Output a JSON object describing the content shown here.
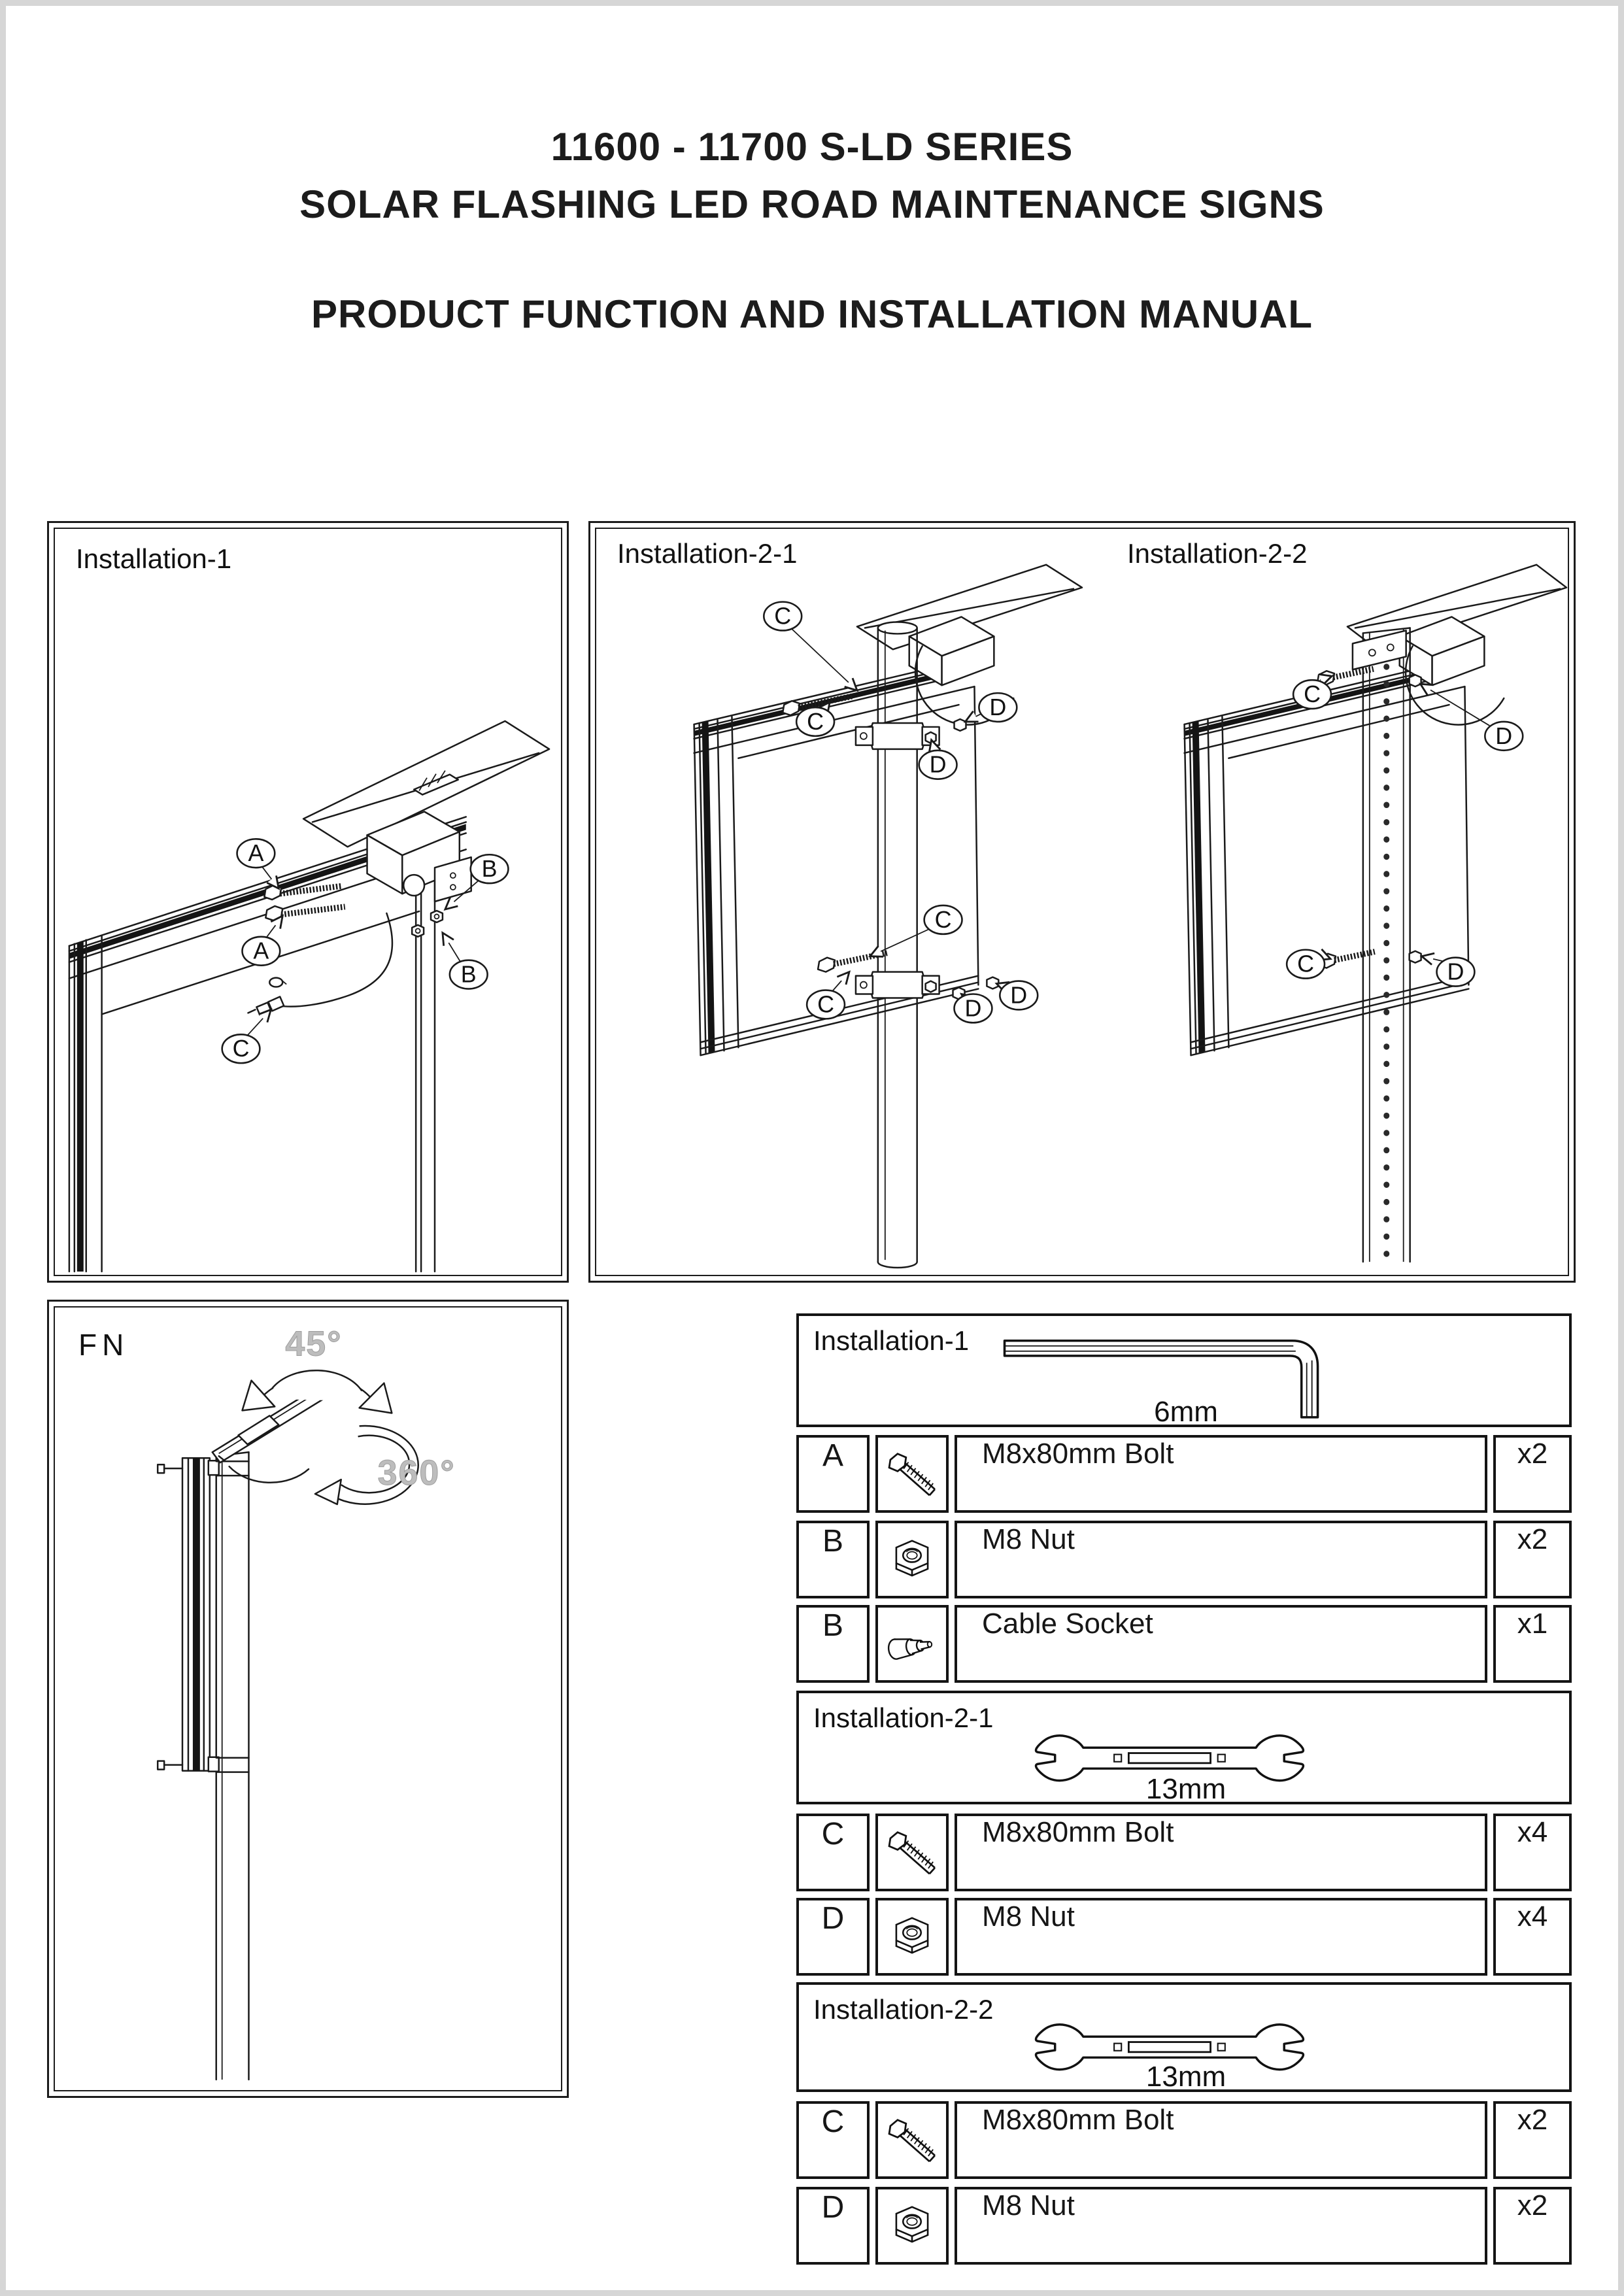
{
  "page": {
    "title_line1": "11600 - 11700 S-LD SERIES",
    "title_line2": "SOLAR FLASHING LED ROAD MAINTENANCE SIGNS",
    "title_line3": "PRODUCT FUNCTION AND INSTALLATION MANUAL"
  },
  "panels": {
    "installation1": {
      "label": "Installation-1",
      "callouts": [
        "A",
        "A",
        "B",
        "B",
        "C"
      ]
    },
    "installation2": {
      "label_21": "Installation-2-1",
      "label_22": "Installation-2-2",
      "callouts_21": [
        "C",
        "C",
        "D",
        "D",
        "C",
        "C",
        "D",
        "D"
      ],
      "callouts_22": [
        "C",
        "D",
        "C",
        "D"
      ]
    },
    "fn": {
      "label": "FN",
      "angle_tilt": "45°",
      "angle_rotate": "360°"
    }
  },
  "tables": {
    "sections": [
      {
        "label": "Installation-1",
        "tool": "hex-key-icon",
        "tool_size": "6mm",
        "rows": [
          {
            "letter": "A",
            "icon": "bolt-icon",
            "desc": "M8x80mm Bolt",
            "qty": "x2"
          },
          {
            "letter": "B",
            "icon": "nut-icon",
            "desc": "M8 Nut",
            "qty": "x2"
          },
          {
            "letter": "B",
            "icon": "cable-socket-icon",
            "desc": "Cable Socket",
            "qty": "x1"
          }
        ]
      },
      {
        "label": "Installation-2-1",
        "tool": "wrench-icon",
        "tool_size": "13mm",
        "rows": [
          {
            "letter": "C",
            "icon": "bolt-icon",
            "desc": "M8x80mm Bolt",
            "qty": "x4"
          },
          {
            "letter": "D",
            "icon": "nut-icon",
            "desc": "M8 Nut",
            "qty": "x4"
          }
        ]
      },
      {
        "label": "Installation-2-2",
        "tool": "wrench-icon",
        "tool_size": "13mm",
        "rows": [
          {
            "letter": "C",
            "icon": "bolt-icon",
            "desc": "M8x80mm Bolt",
            "qty": "x2"
          },
          {
            "letter": "D",
            "icon": "nut-icon",
            "desc": "M8 Nut",
            "qty": "x2"
          }
        ]
      }
    ]
  }
}
